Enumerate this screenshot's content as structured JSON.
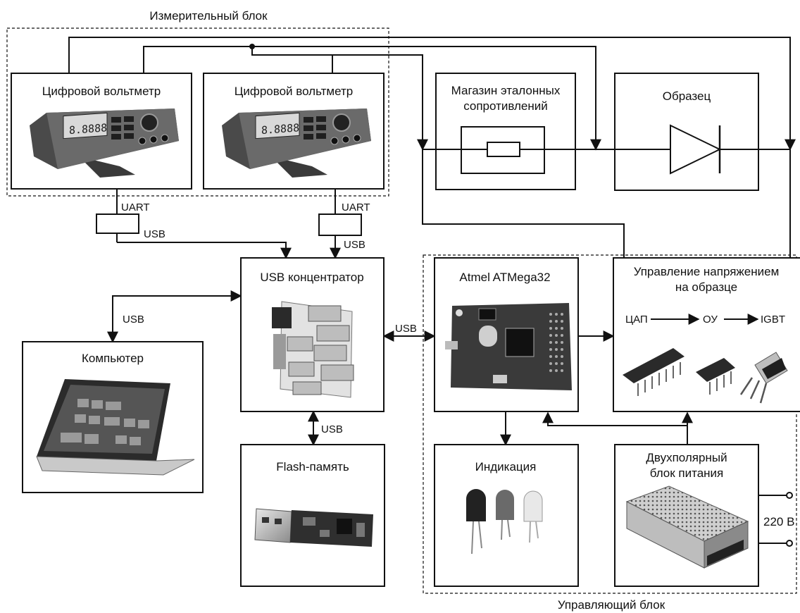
{
  "groups": {
    "measure": "Измерительный блок",
    "control": "Управляющий блок"
  },
  "blocks": {
    "voltmeter_1": "Цифровой вольтметр",
    "voltmeter_2": "Цифровой вольтметр",
    "resistance_line1": "Магазин эталонных",
    "resistance_line2": "сопротивлений",
    "sample": "Образец",
    "usb_hub": "USB концентратор",
    "mcu": "Atmel ATMega32",
    "voltage_ctrl_line1": "Управление напряжением",
    "voltage_ctrl_line2": "на образце",
    "computer": "Компьютер",
    "flash": "Flash-память",
    "indication": "Индикация",
    "psu_line1": "Двухполярный",
    "psu_line2": "блок питания"
  },
  "links": {
    "uart_1": "UART",
    "usb_1": "USB",
    "uart_2": "UART",
    "usb_2": "USB",
    "usb_computer": "USB",
    "usb_mcu": "USB",
    "usb_flash": "USB"
  },
  "chain": {
    "dac": "ЦАП",
    "opamp": "ОУ",
    "igbt": "IGBT"
  },
  "mains": "220 В",
  "icons": [
    "multimeter-icon",
    "usb-hub-board-icon",
    "laptop-icon",
    "flash-drive-icon",
    "mcu-board-icon",
    "led-icon",
    "power-supply-icon",
    "ic-chip-icon",
    "transistor-icon",
    "resistor-symbol-icon",
    "diode-symbol-icon"
  ]
}
